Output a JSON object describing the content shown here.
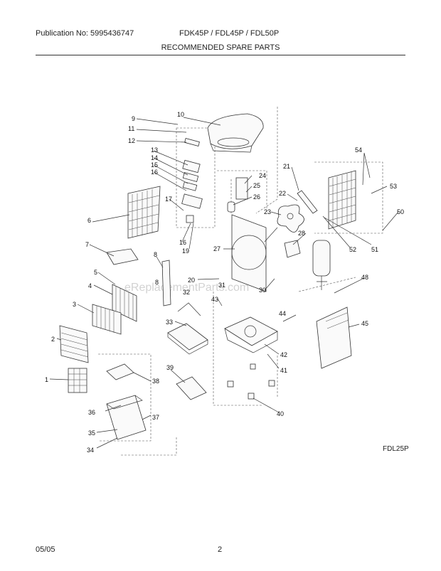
{
  "header": {
    "publication": "Publication No: 5995436747",
    "models": "FDK45P / FDL45P / FDL50P",
    "title": "RECOMMENDED SPARE PARTS"
  },
  "figure_label": "FDL25P",
  "watermark": "eReplacementParts.com",
  "footer": {
    "date": "05/05",
    "page": "2"
  },
  "callouts": [
    "1",
    "2",
    "3",
    "4",
    "5",
    "6",
    "7",
    "8",
    "8",
    "9",
    "10",
    "11",
    "12",
    "13",
    "14",
    "15",
    "16",
    "16",
    "17",
    "19",
    "20",
    "21",
    "22",
    "23",
    "24",
    "25",
    "26",
    "27",
    "28",
    "30",
    "31",
    "32",
    "33",
    "34",
    "35",
    "36",
    "37",
    "38",
    "39",
    "40",
    "41",
    "42",
    "43",
    "44",
    "45",
    "48",
    "50",
    "51",
    "52",
    "53",
    "54"
  ]
}
